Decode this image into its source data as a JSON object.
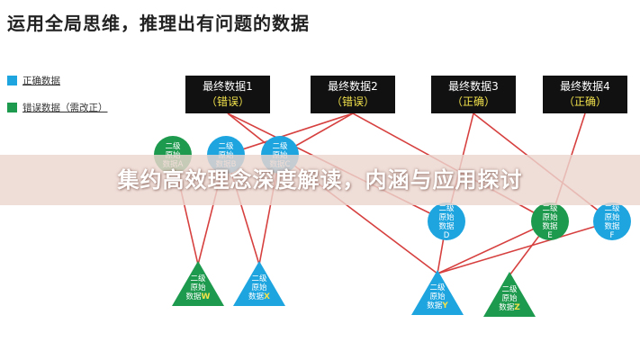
{
  "page_title": "运用全局思维，推理出有问题的数据",
  "legend": [
    {
      "label": "正确数据",
      "color": "#1ea5e0"
    },
    {
      "label": "错误数据（需改正）",
      "color": "#1e9a4e"
    }
  ],
  "final_boxes": [
    {
      "title": "最终数据1",
      "status": "（错误）"
    },
    {
      "title": "最终数据2",
      "status": "（错误）"
    },
    {
      "title": "最终数据3",
      "status": "（正确）"
    },
    {
      "title": "最终数据4",
      "status": "（正确）"
    }
  ],
  "raw_nodes": [
    {
      "id": "A",
      "lines": [
        "二级",
        "原始",
        "数据A"
      ],
      "color": "#1e9a4e"
    },
    {
      "id": "B",
      "lines": [
        "二级",
        "原始",
        "数据B"
      ],
      "color": "#1ea5e0"
    },
    {
      "id": "C",
      "lines": [
        "二级",
        "原始",
        "数据C"
      ],
      "color": "#1ea5e0"
    },
    {
      "id": "D",
      "lines": [
        "二级",
        "原始",
        "数据",
        "D"
      ],
      "color": "#1ea5e0"
    },
    {
      "id": "E",
      "lines": [
        "二级",
        "原始",
        "数据",
        "E"
      ],
      "color": "#1e9a4e"
    },
    {
      "id": "F",
      "lines": [
        "二级",
        "原始",
        "数据",
        "F"
      ],
      "color": "#1ea5e0"
    }
  ],
  "triangles": [
    {
      "id": "W",
      "lines": [
        "二级",
        "原始",
        "数据"
      ],
      "letter": "W",
      "color": "#1e9a4e"
    },
    {
      "id": "X",
      "lines": [
        "二级",
        "原始",
        "数据"
      ],
      "letter": "X",
      "color": "#1ea5e0"
    },
    {
      "id": "Y",
      "lines": [
        "二级",
        "原始",
        "数据"
      ],
      "letter": "Y",
      "color": "#1ea5e0"
    },
    {
      "id": "Z",
      "lines": [
        "二级",
        "原始",
        "数据"
      ],
      "letter": "Z",
      "color": "#1e9a4e"
    }
  ],
  "connection_color": "#d6403f",
  "letter_color": "#f1e14b",
  "banner_text": "集约高效理念深度解读，内涵与应用探讨"
}
